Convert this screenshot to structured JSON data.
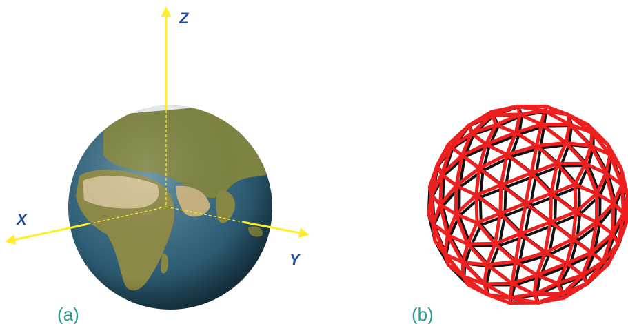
{
  "panels": [
    {
      "label": "(a)"
    },
    {
      "label": "(b)"
    }
  ],
  "axes": {
    "x": "X",
    "y": "Y",
    "z": "Z"
  },
  "colors": {
    "axis": "#ffee2e",
    "axis_label": "#1f4f9a",
    "panel_label": "#2a9d8f",
    "ocean": "#2f5f77",
    "land": "#8a8a45",
    "desert": "#cdbb8f",
    "mesh_front": "#ee1f1f",
    "mesh_back": "#111111"
  },
  "icons": {
    "globe": "earth-globe-icon",
    "mesh": "geodesic-sphere-mesh-icon"
  }
}
